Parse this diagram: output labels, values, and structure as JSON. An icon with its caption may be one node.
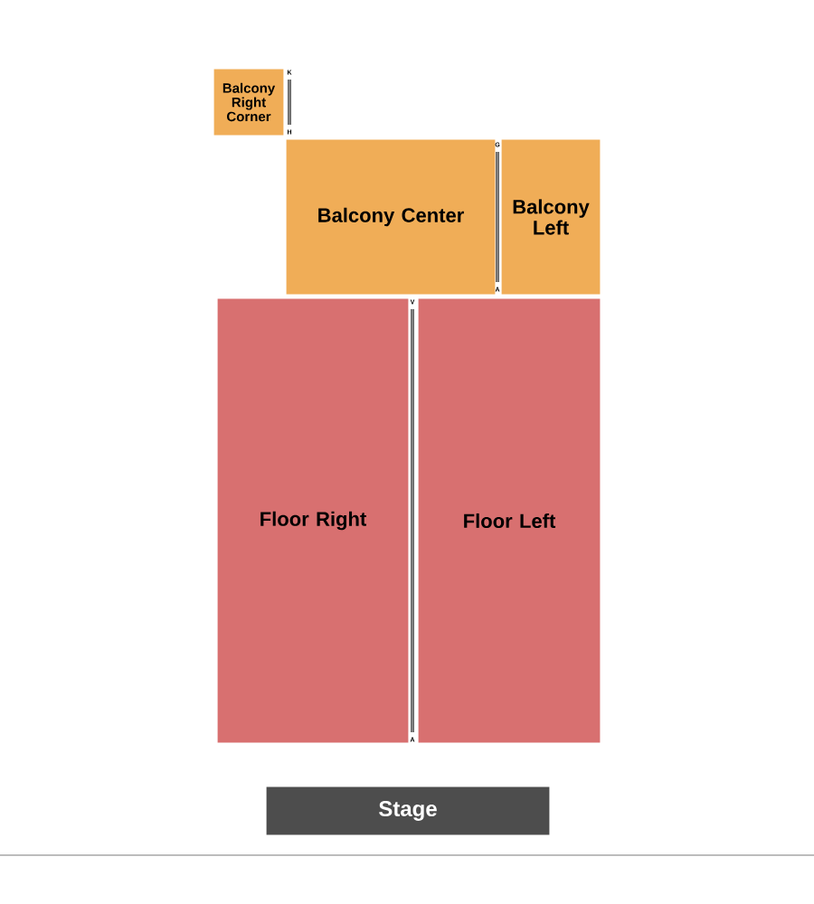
{
  "diagram": {
    "nodes": [
      {
        "text": [
          "Balcony Right Corner"
        ]
      },
      {
        "text": [
          "Balcony Center"
        ]
      },
      {
        "text": [
          "Balcony Left"
        ]
      },
      {
        "text": [
          "Floor Right"
        ]
      },
      {
        "text": [
          "Floor Left"
        ]
      },
      {
        "text": [
          "Stage"
        ]
      }
    ],
    "labels": [
      "K",
      "H",
      "G",
      "A",
      "V",
      "A"
    ]
  }
}
